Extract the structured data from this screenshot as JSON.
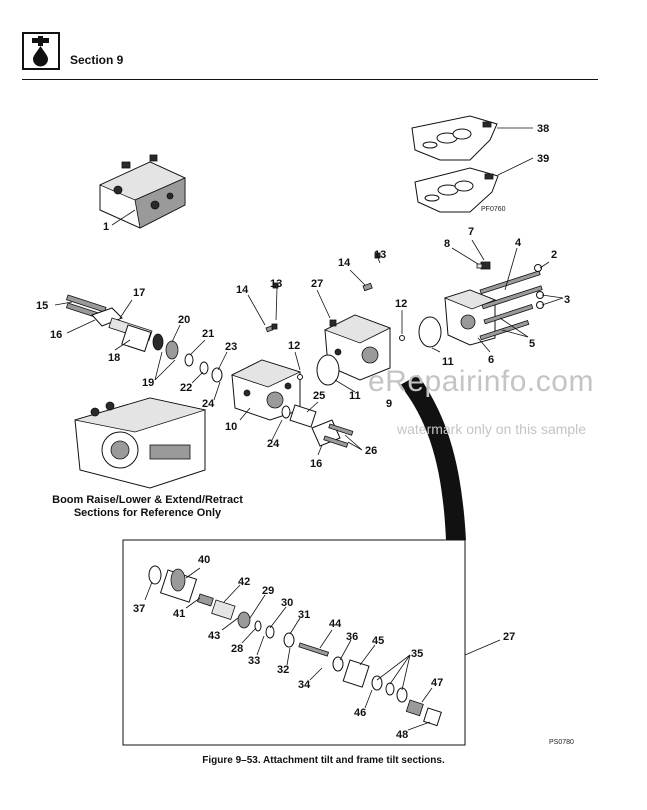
{
  "header": {
    "section_title": "Section 9"
  },
  "reference_note": {
    "line1": "Boom Raise/Lower & Extend/Retract",
    "line2": "Sections for Reference Only"
  },
  "codes": {
    "upper": "PF0760",
    "lower": "PS0780"
  },
  "watermark": {
    "main": "eRepairinfo.com",
    "sub": "watermark only on this sample"
  },
  "caption": "Figure 9–53.  Attachment tilt and frame tilt sections.",
  "callouts": [
    "1",
    "2",
    "3",
    "4",
    "5",
    "6",
    "7",
    "8",
    "9",
    "10",
    "11",
    "12",
    "13",
    "14",
    "15",
    "16",
    "17",
    "18",
    "19",
    "20",
    "21",
    "22",
    "23",
    "24",
    "25",
    "26",
    "27",
    "28",
    "29",
    "30",
    "31",
    "32",
    "33",
    "34",
    "35",
    "36",
    "37",
    "38",
    "39",
    "40",
    "41",
    "42",
    "43",
    "44",
    "45",
    "46",
    "47",
    "48"
  ]
}
